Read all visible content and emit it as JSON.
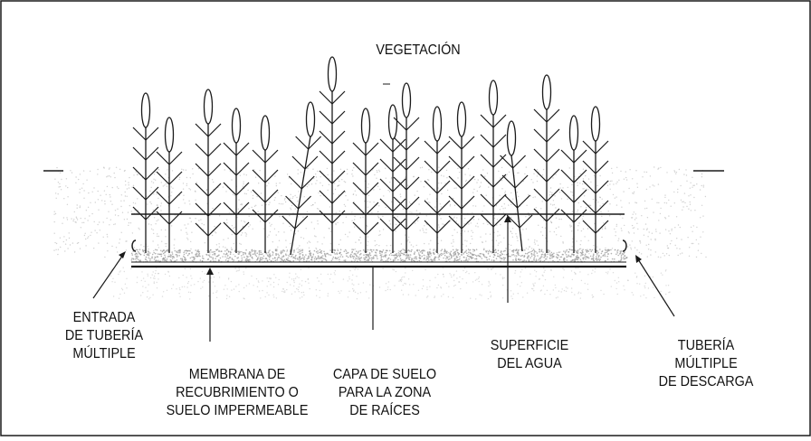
{
  "labels": {
    "vegetation": "VEGETACIÓN",
    "inlet": [
      "ENTRADA",
      "DE TUBERÍA",
      "MÚLTIPLE"
    ],
    "membrane": [
      "MEMBRANA DE",
      "RECUBRIMIENTO O",
      "SUELO  IMPERMEABLE"
    ],
    "soil_layer": [
      "CAPA DE SUELO",
      "PARA LA ZONA",
      "DE RAÍCES"
    ],
    "water_surface": [
      "SUPERFICIE",
      "DEL AGUA"
    ],
    "outlet": [
      "TUBERÍA",
      "MÚLTIPLE",
      "DE DESCARGA"
    ]
  },
  "colors": {
    "line": "#1a1a1a",
    "stipple": "#9a9a9a"
  }
}
